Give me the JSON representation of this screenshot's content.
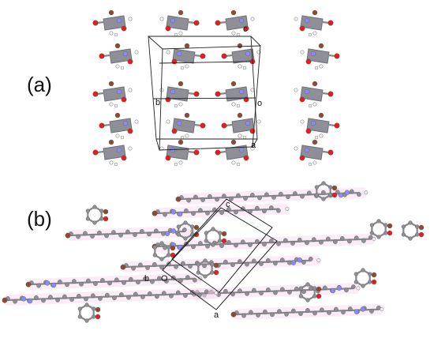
{
  "panels": [
    {
      "label": "(a)",
      "axes": {
        "a": "a",
        "b": "b",
        "c": "c",
        "origin": "o"
      }
    },
    {
      "label": "(b)",
      "axes": {
        "a": "a",
        "b": "b",
        "c": "c",
        "origin": "O"
      }
    }
  ],
  "colors": {
    "carbon": "#8f8f97",
    "carbon_dark": "#6f6f78",
    "hydrogen": "#f2f2f2",
    "nitrogen": "#8c8cf0",
    "oxygen": "#e02020",
    "bromine": "#8a4b35",
    "cell": "#222222",
    "halo": "#f6dcef"
  }
}
